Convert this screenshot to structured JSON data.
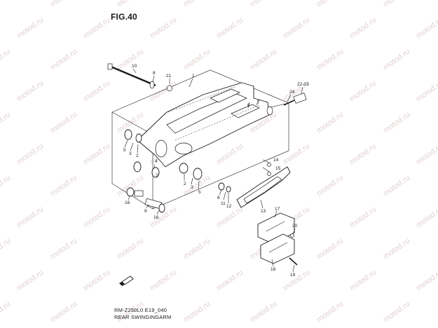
{
  "figure": {
    "title": "FIG.40",
    "model_code": "RM-Z250L0 E19_040",
    "section_name": "REAR SWINGINGARM"
  },
  "watermark": {
    "text": "motod.ru",
    "color": "#e2d1d1"
  },
  "callouts": [
    {
      "id": "c10",
      "label": "10"
    },
    {
      "id": "c8a",
      "label": "8"
    },
    {
      "id": "c21",
      "label": "21"
    },
    {
      "id": "c1",
      "label": "1"
    },
    {
      "id": "c24",
      "label": "24"
    },
    {
      "id": "c22_23",
      "label": "22-23"
    },
    {
      "id": "c7",
      "label": "7"
    },
    {
      "id": "c6",
      "label": "6"
    },
    {
      "id": "c5a",
      "label": "5"
    },
    {
      "id": "c3a",
      "label": "3"
    },
    {
      "id": "c2a",
      "label": "2"
    },
    {
      "id": "c4",
      "label": "4"
    },
    {
      "id": "c2b",
      "label": "2"
    },
    {
      "id": "c2c",
      "label": "2"
    },
    {
      "id": "c3b",
      "label": "3"
    },
    {
      "id": "c5b",
      "label": "5"
    },
    {
      "id": "c14",
      "label": "14"
    },
    {
      "id": "c15",
      "label": "15"
    },
    {
      "id": "c8b",
      "label": "8"
    },
    {
      "id": "c11",
      "label": "11"
    },
    {
      "id": "c12",
      "label": "12"
    },
    {
      "id": "c16a",
      "label": "16"
    },
    {
      "id": "c9",
      "label": "9"
    },
    {
      "id": "c16b",
      "label": "16"
    },
    {
      "id": "c13",
      "label": "13"
    },
    {
      "id": "c17",
      "label": "17"
    },
    {
      "id": "c20",
      "label": "20"
    },
    {
      "id": "c18",
      "label": "18"
    },
    {
      "id": "c19",
      "label": "19"
    }
  ]
}
